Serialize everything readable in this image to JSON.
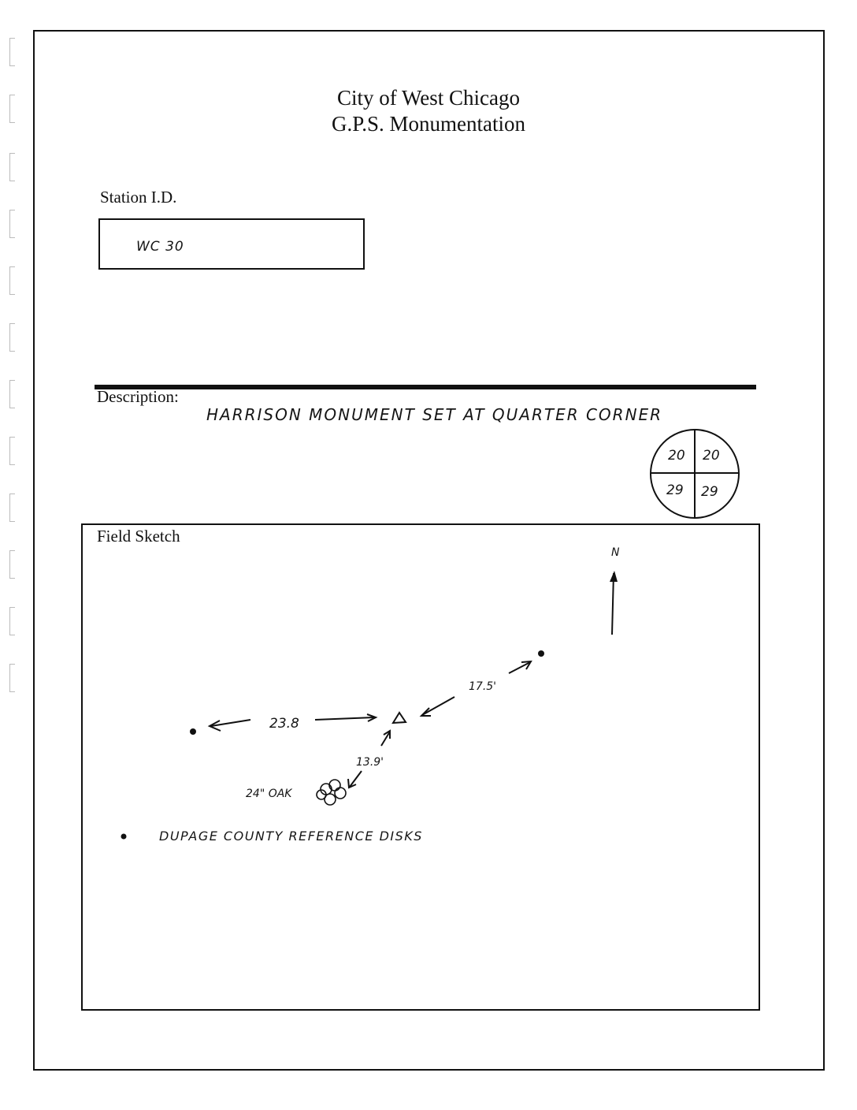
{
  "header": {
    "line1": "City of West Chicago",
    "line2": "G.P.S. Monumentation"
  },
  "station": {
    "label": "Station I.D.",
    "value": "WC 30"
  },
  "description": {
    "label": "Description:",
    "text": "HARRISON MONUMENT SET AT QUARTER CORNER"
  },
  "section_diagram": {
    "top_left": "20",
    "top_right": "20",
    "bottom_left": "29",
    "bottom_right": "29"
  },
  "field_sketch": {
    "label": "Field Sketch",
    "north_label": "N",
    "dist_west": "23.8",
    "dist_northeast": "17.5'",
    "dist_tree": "13.9'",
    "tree_label": "24\" OAK",
    "legend": "DUPAGE COUNTY REFERENCE DISKS"
  }
}
